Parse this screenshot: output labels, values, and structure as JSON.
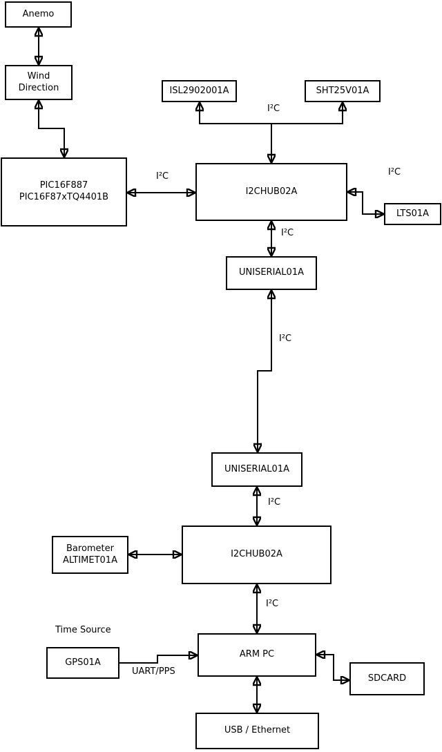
{
  "diagram": {
    "nodes": {
      "anemo": "Anemo",
      "wind_direction": "Wind\nDirection",
      "pic": "PIC16F887\nPIC16F87xTQ4401B",
      "isl2902001a": "ISL2902001A",
      "sht25v01a": "SHT25V01A",
      "i2chub_top": "I2CHUB02A",
      "lts01a": "LTS01A",
      "uniserial_top": "UNISERIAL01A",
      "uniserial_bottom": "UNISERIAL01A",
      "i2chub_bottom": "I2CHUB02A",
      "barometer": "Barometer\nALTIMET01A",
      "gps01a": "GPS01A",
      "arm_pc": "ARM PC",
      "sdcard": "SDCARD",
      "usb_ethernet": "USB / Ethernet"
    },
    "edge_labels": {
      "i2c_sensor_bus": "I²C",
      "i2c_pic_hub": "I²C",
      "i2c_hub_lts": "I²C",
      "i2c_hub_uniserial": "I²C",
      "i2c_uniserial_link": "I²C",
      "i2c_uniserial_hub2": "I²C",
      "i2c_hub2_armpc": "I²C",
      "uart_pps": "UART/PPS",
      "time_source": "Time Source"
    },
    "edges": [
      {
        "from": "anemo",
        "to": "wind_direction",
        "arrows": "both"
      },
      {
        "from": "wind_direction",
        "to": "pic",
        "arrows": "both"
      },
      {
        "from": "pic",
        "to": "i2chub_top",
        "label": "I²C",
        "arrows": "both"
      },
      {
        "from": "i2chub_top",
        "to": "isl2902001a",
        "label": "I²C",
        "arrows": "both"
      },
      {
        "from": "i2chub_top",
        "to": "sht25v01a",
        "label": "I²C",
        "arrows": "both"
      },
      {
        "from": "i2chub_top",
        "to": "lts01a",
        "label": "I²C",
        "arrows": "both"
      },
      {
        "from": "i2chub_top",
        "to": "uniserial_top",
        "label": "I²C",
        "arrows": "both"
      },
      {
        "from": "uniserial_top",
        "to": "uniserial_bottom",
        "label": "I²C",
        "arrows": "both"
      },
      {
        "from": "uniserial_bottom",
        "to": "i2chub_bottom",
        "label": "I²C",
        "arrows": "both"
      },
      {
        "from": "barometer",
        "to": "i2chub_bottom",
        "label": "I²C",
        "arrows": "both"
      },
      {
        "from": "i2chub_bottom",
        "to": "arm_pc",
        "label": "I²C",
        "arrows": "both"
      },
      {
        "from": "gps01a",
        "to": "arm_pc",
        "label": "UART/PPS",
        "arrows": "to"
      },
      {
        "from": "arm_pc",
        "to": "sdcard",
        "arrows": "both"
      },
      {
        "from": "arm_pc",
        "to": "usb_ethernet",
        "arrows": "both"
      }
    ],
    "colors": {
      "background": "#ffffff",
      "node_fill": "#ffffff",
      "node_border": "#000000",
      "line": "#000000",
      "text": "#000000"
    }
  }
}
